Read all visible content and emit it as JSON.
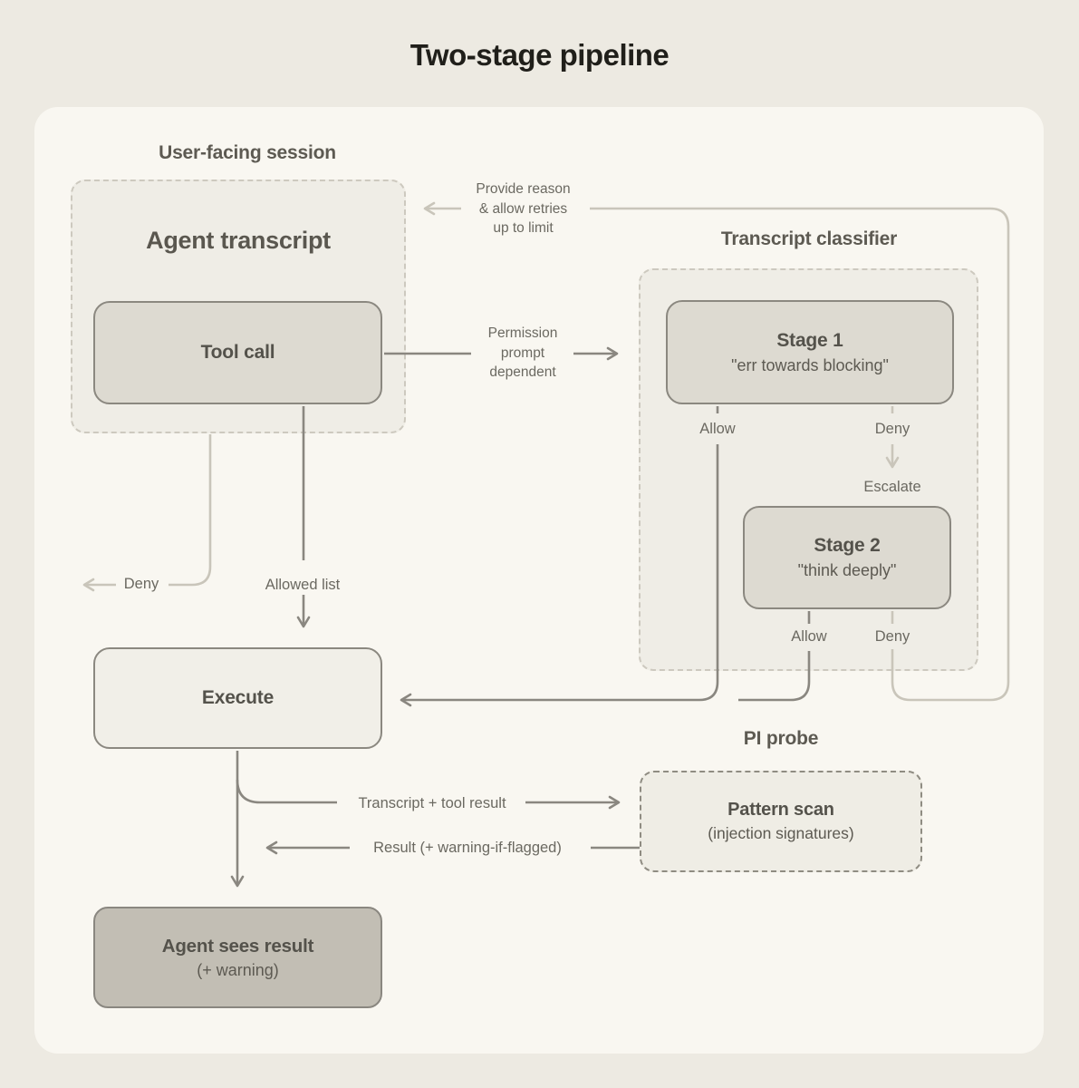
{
  "title": "Two-stage pipeline",
  "colors": {
    "background": "#EDEAE2",
    "panel": "#F9F7F1",
    "container_fill": "#EFEDE6",
    "node_gray_fill": "#DDDAD1",
    "node_light_fill": "#F1EFE8",
    "node_dark_fill": "#C2BEB4",
    "node_border": "#8B8880",
    "line_dark": "#8A8780",
    "line_light": "#C9C5BA",
    "text_dark": "#201F1A",
    "text_heading": "#5A574F",
    "text_label": "#6B6961"
  },
  "user_session": {
    "label": "User-facing session",
    "heading": "Agent transcript",
    "tool_call": "Tool call"
  },
  "classifier": {
    "label": "Transcript classifier",
    "stage1": {
      "title": "Stage 1",
      "subtitle": "\"err towards blocking\"",
      "allow_label": "Allow",
      "deny_label": "Deny",
      "escalate_label": "Escalate"
    },
    "stage2": {
      "title": "Stage 2",
      "subtitle": "\"think deeply\"",
      "allow_label": "Allow",
      "deny_label": "Deny"
    }
  },
  "pi_probe": {
    "label": "PI probe",
    "title": "Pattern scan",
    "subtitle": "(injection signatures)"
  },
  "execute": {
    "label": "Execute"
  },
  "result_box": {
    "title": "Agent sees result",
    "subtitle": "(+ warning)"
  },
  "edges": {
    "provide_reason": "Provide reason\n& allow retries\nup to limit",
    "permission_prompt": "Permission\nprompt\ndependent",
    "deny_left": "Deny",
    "allowed_list": "Allowed list",
    "transcript_tool_result": "Transcript + tool result",
    "result_warning": "Result (+ warning-if-flagged)"
  }
}
